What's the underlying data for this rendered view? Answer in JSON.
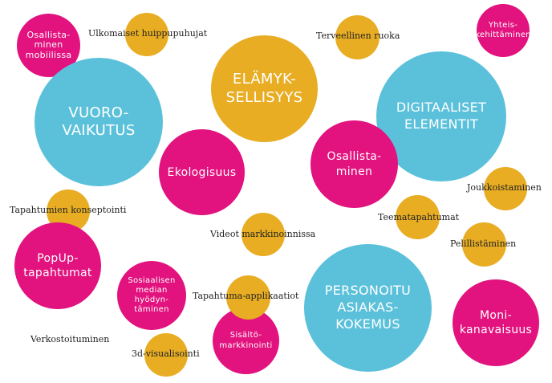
{
  "colors": {
    "blue": "#5bc1da",
    "pink": "#e2127e",
    "gold": "#e8ad23"
  },
  "topics": {
    "osallistaminen_mobiilissa": "Osallista-\nminen\nmobiilissa",
    "ulkomaiset_huippupuhujat": "Ulkomaiset huippupuhujat",
    "terveellinen_ruoka": "Terveellinen ruoka",
    "yhteiskehittaminen": "Yhteis-\nkehittäminen",
    "elamyksellisyys": "ELÄMYK-\nSELLISYYS",
    "vuorovaikutus": "VUORO-\nVAIKUTUS",
    "digitaaliset_elementit": "DIGITAALISET\nELEMENTIT",
    "ekologisuus": "Ekologisuus",
    "osallistaminen": "Osallista-\nminen",
    "joukkoistaminen": "Joukkoistaminen",
    "tapahtumien_konseptointi": "Tapahtumien konseptointi",
    "teematapahtumat": "Teematapahtumat",
    "videot_markkinoinnissa": "Videot markkinoinnissa",
    "pelillistaminen": "Pelillistäminen",
    "popup_tapahtumat": "PopUp-\ntapahtumat",
    "sosiaalisen_median": "Sosiaalisen\nmedian\nhyödyn-\ntäminen",
    "tapahtuma_applikaatiot": "Tapahtuma-applikaatiot",
    "personoitu_asiakaskokemus": "PERSONOITU\nASIAKAS-\nKOKEMUS",
    "monikanavaisuus": "Moni-\nkanavaisuus",
    "verkostoituminen": "Verkostoituminen",
    "sisaltomarkkinointi": "Sisältö-\nmarkkinointi",
    "visualisointi_3d": "3d-visualisointi"
  }
}
